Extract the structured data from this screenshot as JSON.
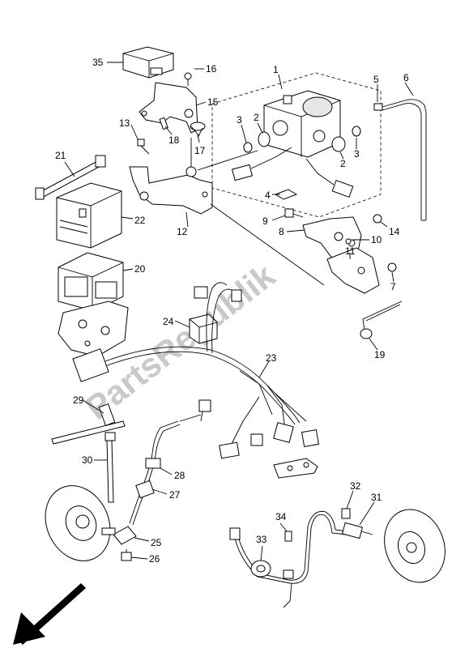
{
  "watermark": "PartsRepublik",
  "callouts": [
    "1",
    "2",
    "2",
    "3",
    "3",
    "4",
    "5",
    "6",
    "7",
    "8",
    "9",
    "10",
    "11",
    "12",
    "13",
    "14",
    "15",
    "16",
    "17",
    "18",
    "19",
    "20",
    "21",
    "22",
    "23",
    "24",
    "25",
    "26",
    "27",
    "28",
    "29",
    "30",
    "31",
    "32",
    "33",
    "34",
    "35"
  ],
  "colors": {
    "line": "#000000",
    "background": "#ffffff",
    "watermark": "#c9c9c9"
  },
  "icons": {
    "direction_arrow": "front-direction-arrow-icon"
  }
}
